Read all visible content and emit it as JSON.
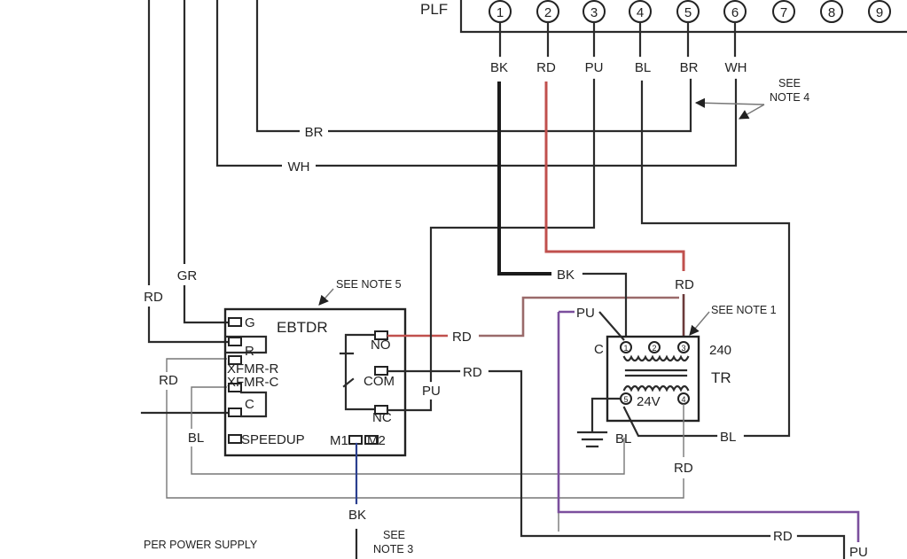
{
  "plf": {
    "label": "PLF",
    "pins": [
      {
        "num": "1",
        "color": "BK"
      },
      {
        "num": "2",
        "color": "RD"
      },
      {
        "num": "3",
        "color": "PU"
      },
      {
        "num": "4",
        "color": "BL"
      },
      {
        "num": "5",
        "color": "BR"
      },
      {
        "num": "6",
        "color": "WH"
      },
      {
        "num": "7",
        "color": ""
      },
      {
        "num": "8",
        "color": ""
      },
      {
        "num": "9",
        "color": ""
      }
    ]
  },
  "wire_labels": {
    "br_left": "BR",
    "wh_left": "WH",
    "gr": "GR",
    "rd_left": "RD",
    "rd_left2": "RD",
    "bl_left": "BL",
    "bk_mid": "BK",
    "rd_tr_top": "RD",
    "pu_tr": "PU",
    "rd_no": "RD",
    "rd_com": "RD",
    "pu_nc": "PU",
    "bl_tr": "BL",
    "bl_right": "BL",
    "rd_tr_bottom": "RD",
    "bk_bottom": "BK",
    "rd_bottom": "RD",
    "pu_bottom_right": "PU"
  },
  "notes": {
    "note4": [
      "SEE",
      "NOTE 4"
    ],
    "note5": "SEE NOTE 5",
    "note1": "SEE NOTE 1",
    "note3": [
      "SEE",
      "NOTE 3"
    ],
    "power_supply": "PER POWER SUPPLY"
  },
  "ebtdr": {
    "title": "EBTDR",
    "terminals": [
      "G",
      "R",
      "XFMR-R",
      "XFMR-C",
      "C",
      "SPEEDUP",
      "M1",
      "M2"
    ],
    "contacts": [
      "NO",
      "COM",
      "NC"
    ]
  },
  "transformer": {
    "label": "TR",
    "primary_voltage": "240",
    "secondary_voltage": "24V",
    "common_label": "C",
    "pins": [
      "1",
      "2",
      "3",
      "5",
      "4"
    ]
  },
  "colors": {
    "wire_black": "#2b2b2b",
    "wire_red": "#c0504d",
    "wire_purple": "#7b4f9d",
    "wire_blue": "#2a3f8f",
    "wire_grey": "#777777"
  }
}
